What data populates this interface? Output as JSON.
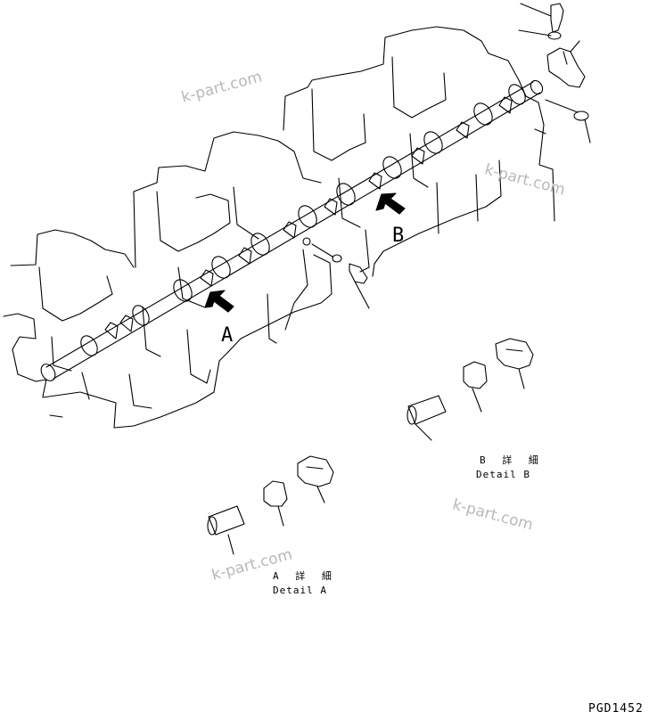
{
  "callouts": {
    "a": "A",
    "b": "B"
  },
  "detail_a": {
    "jp": "A 詳 細",
    "en": "Detail A"
  },
  "detail_b": {
    "jp": "B 詳 細",
    "en": "Detail B"
  },
  "watermarks": [
    "k-part.com",
    "k-part.com",
    "k-part.com",
    "k-part.com"
  ],
  "drawing_code": "PGD1452",
  "colors": {
    "line": "#000000",
    "watermark": "#b8b8b8",
    "background": "#ffffff"
  }
}
